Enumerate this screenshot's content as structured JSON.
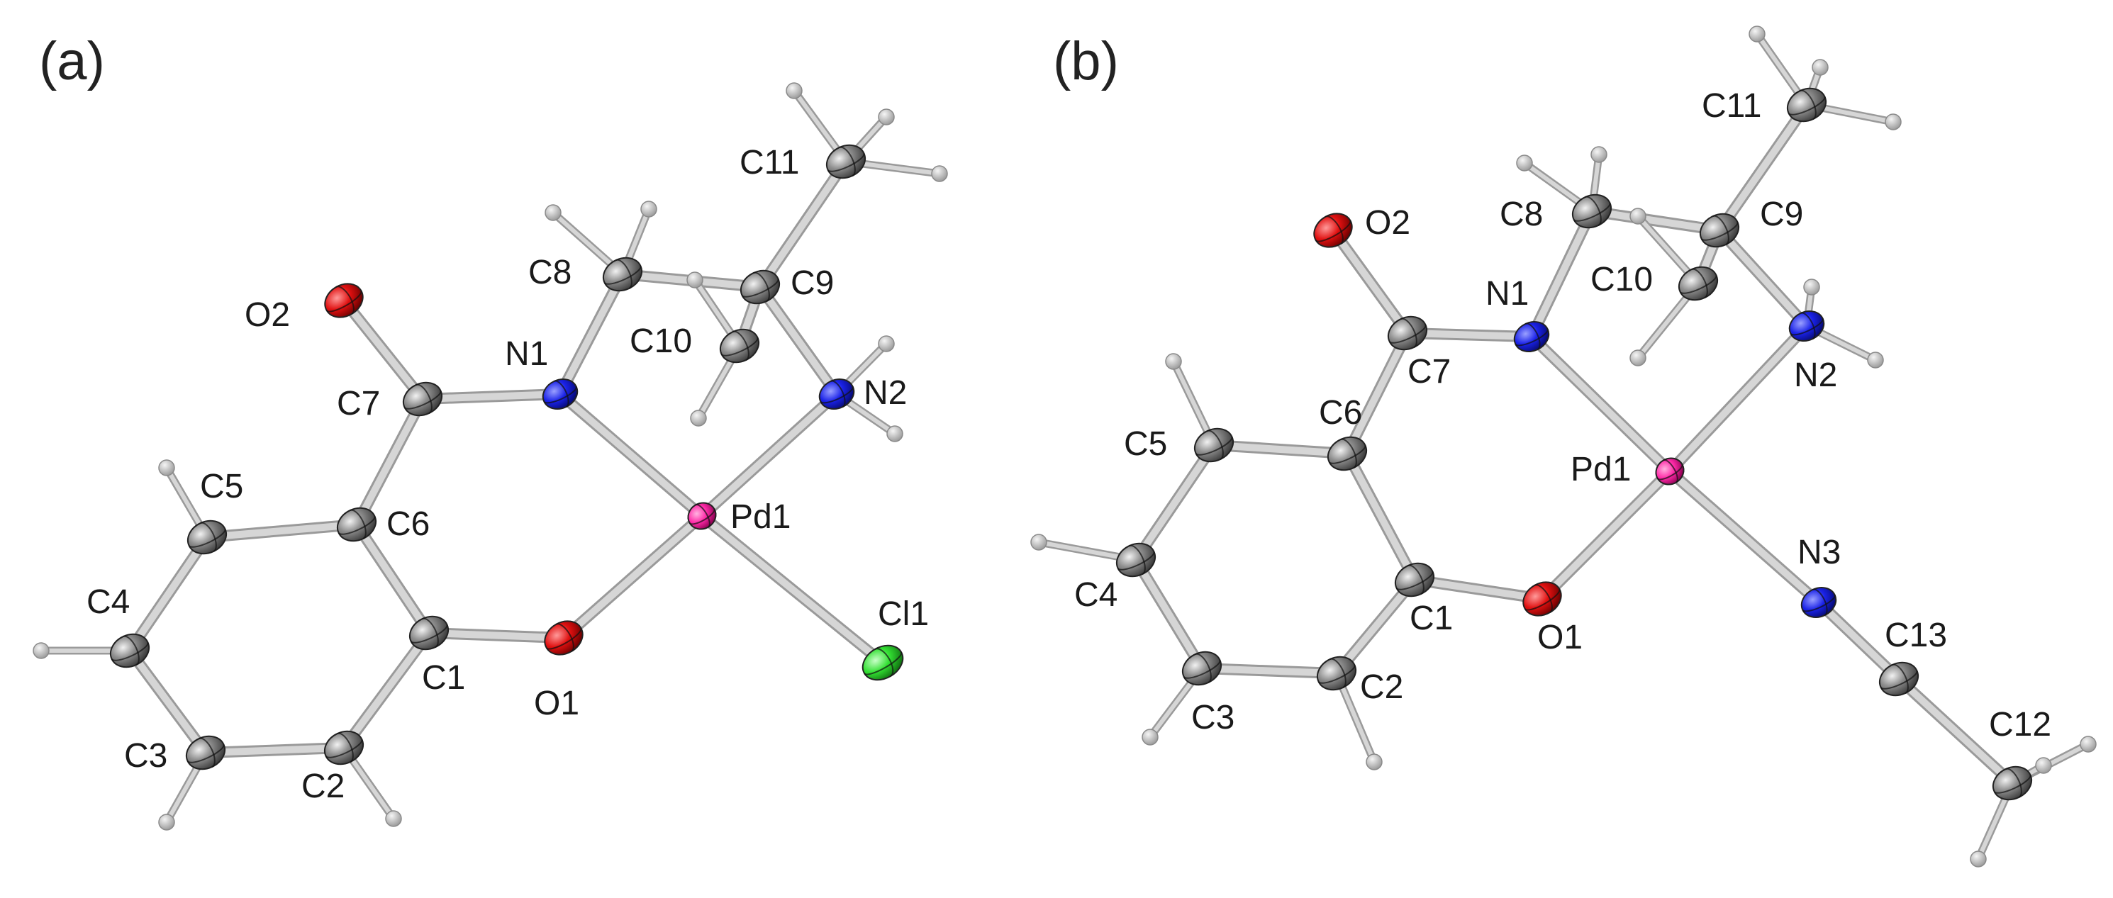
{
  "colors": {
    "background": "#ffffff",
    "carbon": "#8c8c8c",
    "hydrogen": "#bdbdbd",
    "nitrogen": "#1a22e8",
    "oxygen": "#e01010",
    "palladium": "#ff2aa8",
    "chlorine": "#33e033",
    "bond": "#d6d6d6",
    "bond_edge": "#9a9a9a",
    "label": "#1a1a1a"
  },
  "panels": [
    {
      "label": "(a)",
      "atoms": [
        {
          "id": "Pd1",
          "el": "Pd"
        },
        {
          "id": "Cl1",
          "el": "Cl"
        },
        {
          "id": "N1",
          "el": "N"
        },
        {
          "id": "N2",
          "el": "N"
        },
        {
          "id": "O1",
          "el": "O"
        },
        {
          "id": "O2",
          "el": "O"
        },
        {
          "id": "C1",
          "el": "C"
        },
        {
          "id": "C2",
          "el": "C"
        },
        {
          "id": "C3",
          "el": "C"
        },
        {
          "id": "C4",
          "el": "C"
        },
        {
          "id": "C5",
          "el": "C"
        },
        {
          "id": "C6",
          "el": "C"
        },
        {
          "id": "C7",
          "el": "C"
        },
        {
          "id": "C8",
          "el": "C"
        },
        {
          "id": "C9",
          "el": "C"
        },
        {
          "id": "C10",
          "el": "C"
        },
        {
          "id": "C11",
          "el": "C"
        }
      ],
      "bonds": [
        [
          "Pd1",
          "N1"
        ],
        [
          "Pd1",
          "N2"
        ],
        [
          "Pd1",
          "O1"
        ],
        [
          "Pd1",
          "Cl1"
        ],
        [
          "O1",
          "C1"
        ],
        [
          "C1",
          "C2"
        ],
        [
          "C2",
          "C3"
        ],
        [
          "C3",
          "C4"
        ],
        [
          "C4",
          "C5"
        ],
        [
          "C5",
          "C6"
        ],
        [
          "C6",
          "C1"
        ],
        [
          "C6",
          "C7"
        ],
        [
          "C7",
          "O2"
        ],
        [
          "C7",
          "N1"
        ],
        [
          "N1",
          "C8"
        ],
        [
          "C8",
          "C9"
        ],
        [
          "C9",
          "N2"
        ],
        [
          "C9",
          "C10"
        ],
        [
          "C9",
          "C11"
        ]
      ]
    },
    {
      "label": "(b)",
      "atoms": [
        {
          "id": "Pd1",
          "el": "Pd"
        },
        {
          "id": "N1",
          "el": "N"
        },
        {
          "id": "N2",
          "el": "N"
        },
        {
          "id": "N3",
          "el": "N"
        },
        {
          "id": "O1",
          "el": "O"
        },
        {
          "id": "O2",
          "el": "O"
        },
        {
          "id": "C1",
          "el": "C"
        },
        {
          "id": "C2",
          "el": "C"
        },
        {
          "id": "C3",
          "el": "C"
        },
        {
          "id": "C4",
          "el": "C"
        },
        {
          "id": "C5",
          "el": "C"
        },
        {
          "id": "C6",
          "el": "C"
        },
        {
          "id": "C7",
          "el": "C"
        },
        {
          "id": "C8",
          "el": "C"
        },
        {
          "id": "C9",
          "el": "C"
        },
        {
          "id": "C10",
          "el": "C"
        },
        {
          "id": "C11",
          "el": "C"
        },
        {
          "id": "C12",
          "el": "C"
        },
        {
          "id": "C13",
          "el": "C"
        }
      ],
      "bonds": [
        [
          "Pd1",
          "N1"
        ],
        [
          "Pd1",
          "N2"
        ],
        [
          "Pd1",
          "O1"
        ],
        [
          "Pd1",
          "N3"
        ],
        [
          "O1",
          "C1"
        ],
        [
          "C1",
          "C2"
        ],
        [
          "C2",
          "C3"
        ],
        [
          "C3",
          "C4"
        ],
        [
          "C4",
          "C5"
        ],
        [
          "C5",
          "C6"
        ],
        [
          "C6",
          "C1"
        ],
        [
          "C6",
          "C7"
        ],
        [
          "C7",
          "O2"
        ],
        [
          "C7",
          "N1"
        ],
        [
          "N1",
          "C8"
        ],
        [
          "C8",
          "C9"
        ],
        [
          "C9",
          "N2"
        ],
        [
          "C9",
          "C10"
        ],
        [
          "C9",
          "C11"
        ],
        [
          "N3",
          "C13"
        ],
        [
          "C13",
          "C12"
        ]
      ]
    }
  ]
}
